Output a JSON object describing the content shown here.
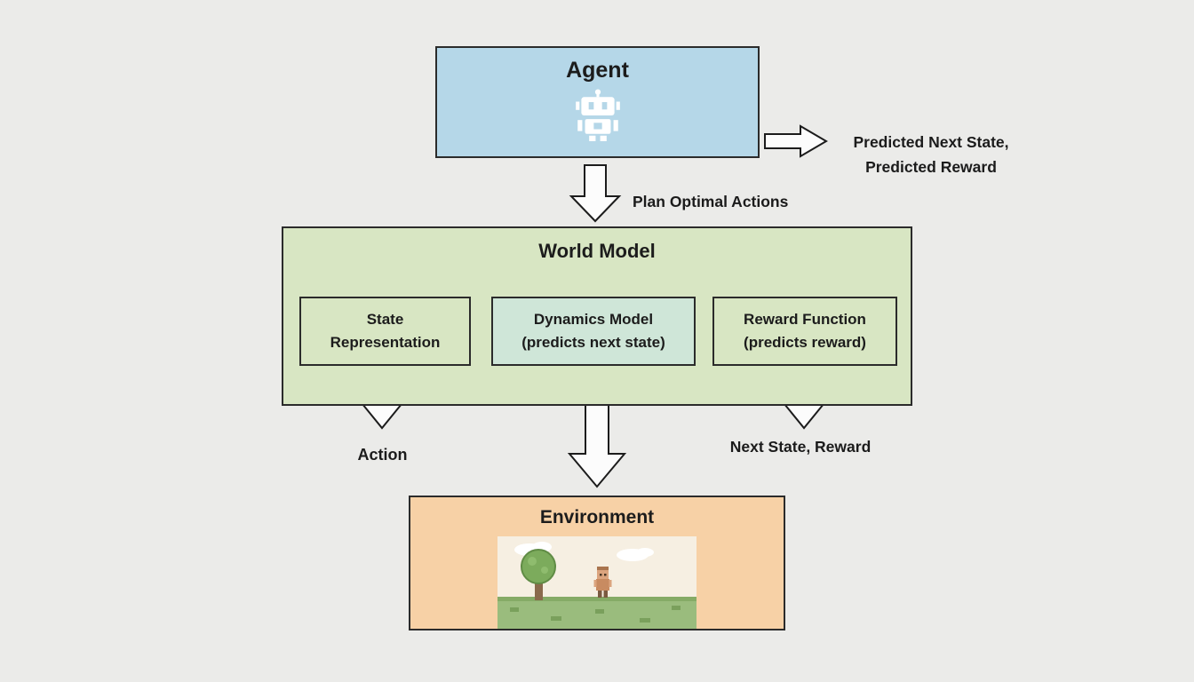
{
  "colors": {
    "background": "#ebebe9",
    "agent_box": "#b5d7e8",
    "world_model_box": "#d8e6c3",
    "dynamics_box": "#cfe6d8",
    "environment_box": "#f7d1a6",
    "border": "#2b2b2b",
    "arrow_fill": "#fcfcfc"
  },
  "agent": {
    "title": "Agent",
    "icon": "robot-icon"
  },
  "world_model": {
    "title": "World Model",
    "state_representation": "State\nRepresentation",
    "dynamics_model": "Dynamics Model\n(predicts next state)",
    "reward_function": "Reward Function\n(predicts reward)"
  },
  "environment": {
    "title": "Environment"
  },
  "labels": {
    "predicted_output": "Predicted Next State,\nPredicted Reward",
    "plan": "Plan Optimal Actions",
    "action": "Action",
    "next_state_reward": "Next State, Reward"
  }
}
